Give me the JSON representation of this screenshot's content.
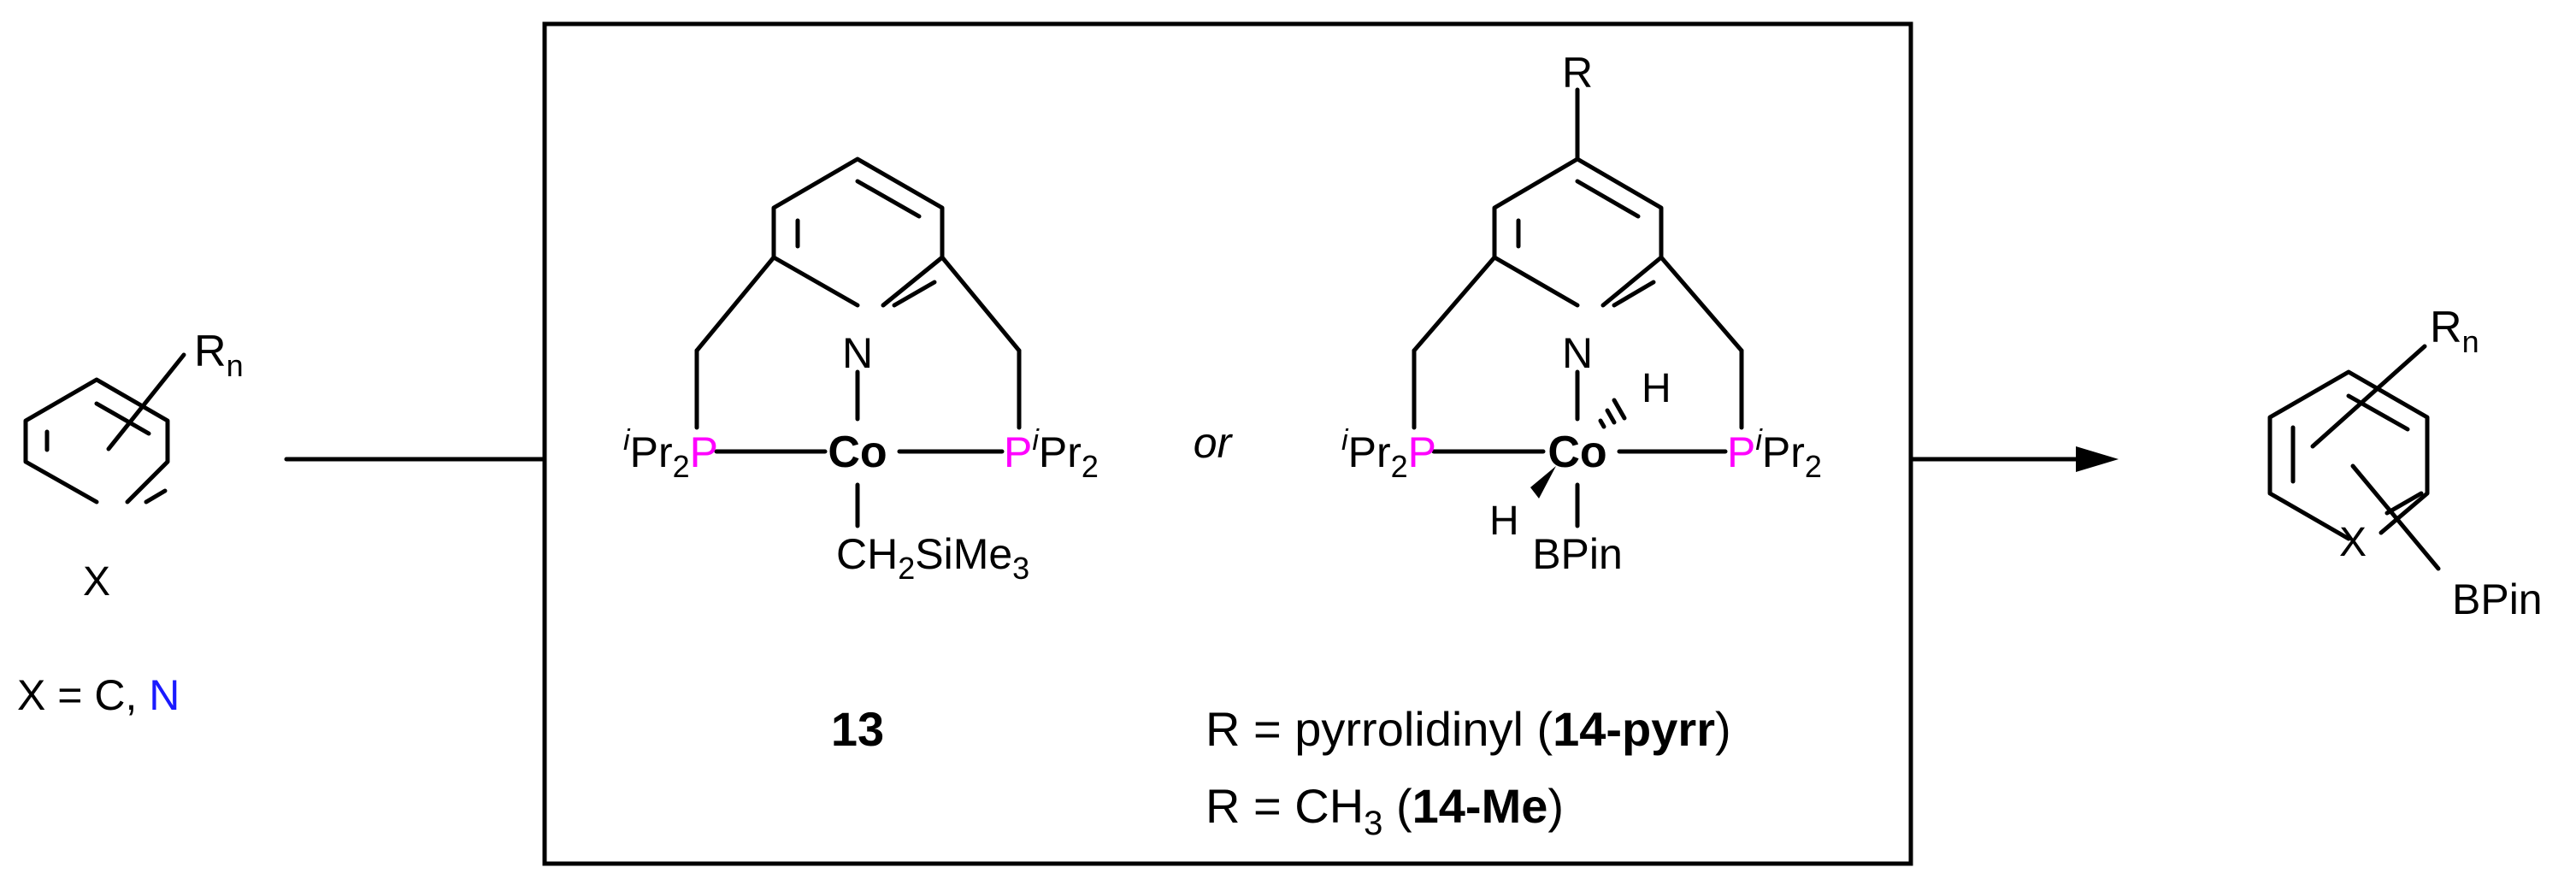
{
  "colors": {
    "black": "#000000",
    "nitrogen": "#1a1aff",
    "phosphorus": "#ff00ff",
    "boron": "#993399"
  },
  "reactant": {
    "substituent_base": "R",
    "substituent_sub": "n",
    "ring_atom": "X",
    "definition_prefix": "X = C,",
    "definition_n": "N"
  },
  "catalyst_13": {
    "n_atom": "N",
    "metal": "Co",
    "left_phosphine_sup": "i",
    "left_phosphine_base": "Pr",
    "left_phosphine_sub": "2",
    "left_phosphine_p": "P",
    "right_phosphine_p": "P",
    "right_phosphine_sup": "i",
    "right_phosphine_base": "Pr",
    "right_phosphine_sub": "2",
    "alkyl_a": "CH",
    "alkyl_sub": "2",
    "alkyl_b": "SiMe",
    "alkyl_sub2": "3",
    "label": "13"
  },
  "connector_or": "or",
  "catalyst_14": {
    "para_substituent": "R",
    "n_atom": "N",
    "metal": "Co",
    "hydride_top": "H",
    "hydride_bottom": "H",
    "boryl": "BPin",
    "left_phosphine_sup": "i",
    "left_phosphine_base": "Pr",
    "left_phosphine_sub": "2",
    "left_phosphine_p": "P",
    "right_phosphine_p": "P",
    "right_phosphine_sup": "i",
    "right_phosphine_base": "Pr",
    "right_phosphine_sub": "2",
    "definition_1_prefix": "R = pyrrolidinyl (",
    "definition_1_name": "14-pyrr",
    "definition_1_suffix": ")",
    "definition_2_prefix": "R = CH",
    "definition_2_sub": "3",
    "definition_2_mid": " (",
    "definition_2_name": "14-Me",
    "definition_2_suffix": ")"
  },
  "product": {
    "substituent_base": "R",
    "substituent_sub": "n",
    "ring_atom": "X",
    "boryl": "BPin"
  }
}
